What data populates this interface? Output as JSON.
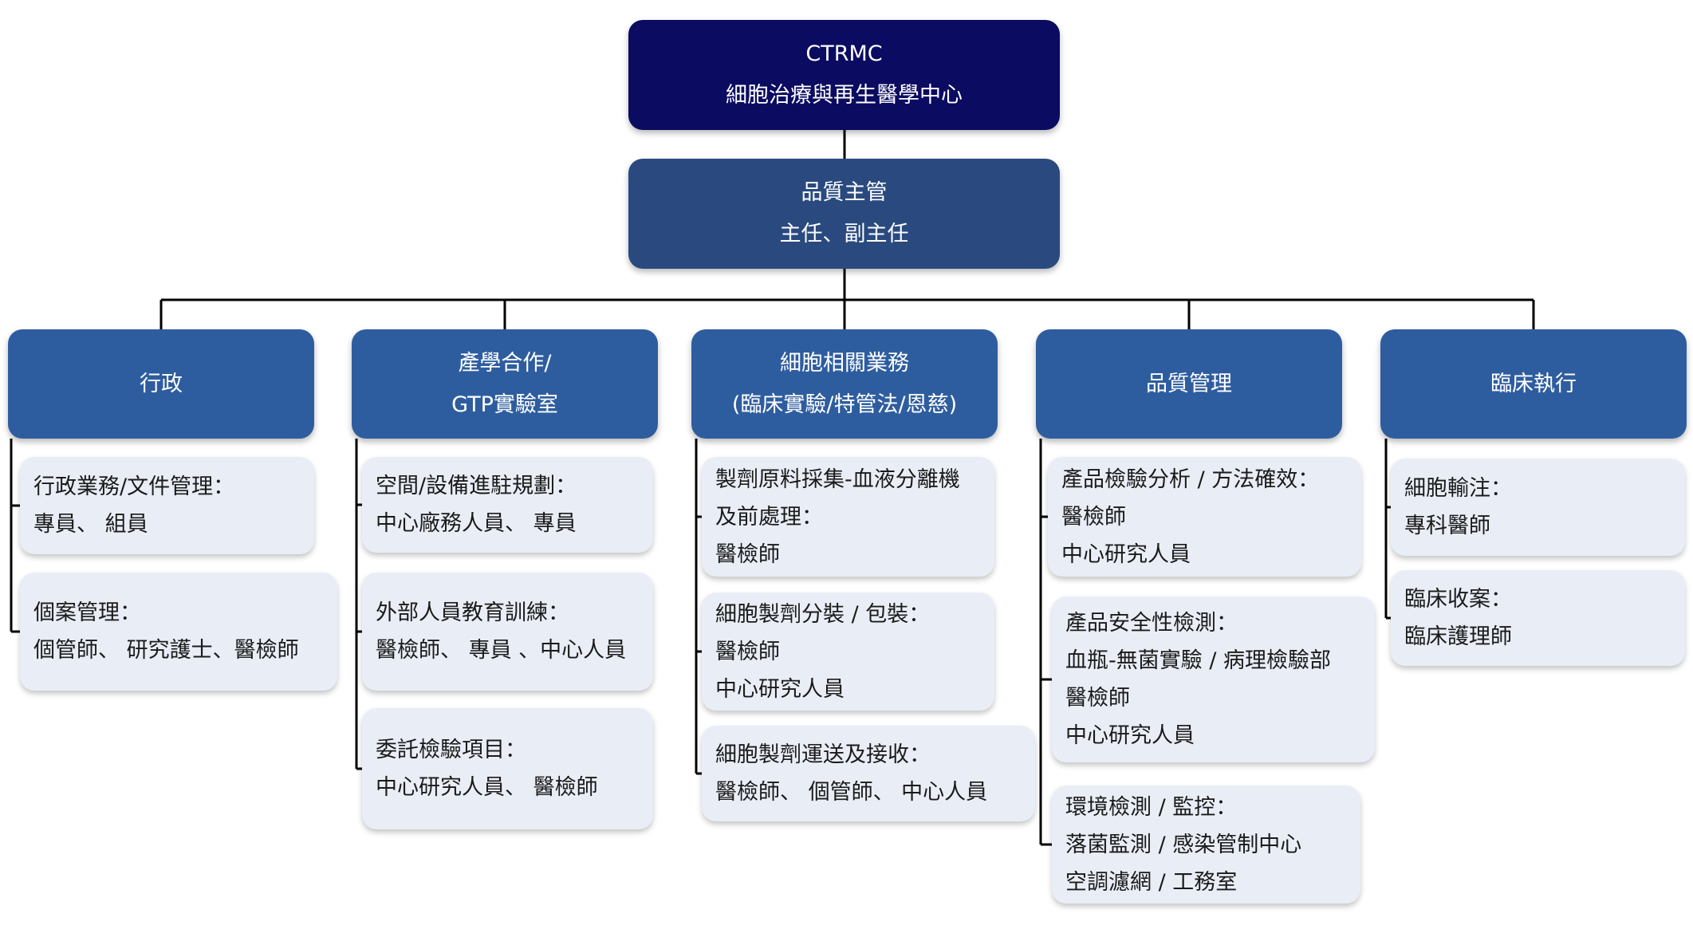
{
  "org": {
    "top": {
      "lines": [
        "CTRMC",
        "細胞治療與再生醫學中心"
      ]
    },
    "manager": {
      "lines": [
        "品質主管",
        "主任、副主任"
      ]
    },
    "departments": [
      {
        "id": "admin",
        "title": [
          "行政"
        ],
        "tasks": [
          {
            "lines": [
              "行政業務/文件管理：",
              "專員、 組員"
            ]
          },
          {
            "lines": [
              "個案管理：",
              "個管師、 研究護士、醫檢師"
            ]
          }
        ]
      },
      {
        "id": "gtp",
        "title": [
          "產學合作/",
          "GTP實驗室"
        ],
        "tasks": [
          {
            "lines": [
              "空間/設備進駐規劃：",
              "中心廠務人員、 專員"
            ]
          },
          {
            "lines": [
              "外部人員教育訓練：",
              "醫檢師、 專員 、中心人員"
            ]
          },
          {
            "lines": [
              "委託檢驗項目：",
              "中心研究人員、 醫檢師"
            ]
          }
        ]
      },
      {
        "id": "cell",
        "title": [
          "細胞相關業務",
          "(臨床實驗/特管法/恩慈)"
        ],
        "tasks": [
          {
            "lines": [
              "製劑原料採集-血液分離機",
              "及前處理：",
              "醫檢師"
            ]
          },
          {
            "lines": [
              "細胞製劑分裝 / 包裝：",
              "醫檢師",
              "中心研究人員"
            ]
          },
          {
            "lines": [
              "細胞製劑運送及接收：",
              "醫檢師、 個管師、 中心人員"
            ]
          }
        ]
      },
      {
        "id": "qm",
        "title": [
          "品質管理"
        ],
        "tasks": [
          {
            "lines": [
              "產品檢驗分析 / 方法確效：",
              "醫檢師",
              "中心研究人員"
            ]
          },
          {
            "lines": [
              "產品安全性檢測：",
              "血瓶-無菌實驗 / 病理檢驗部",
              "醫檢師",
              "中心研究人員"
            ]
          },
          {
            "lines": [
              "環境檢測 / 監控：",
              "落菌監測 / 感染管制中心",
              "空調濾網 / 工務室"
            ]
          }
        ]
      },
      {
        "id": "clinical",
        "title": [
          "臨床執行"
        ],
        "tasks": [
          {
            "lines": [
              "細胞輸注：",
              "專科醫師"
            ]
          },
          {
            "lines": [
              "臨床收案：",
              "臨床護理師"
            ]
          }
        ]
      }
    ]
  }
}
